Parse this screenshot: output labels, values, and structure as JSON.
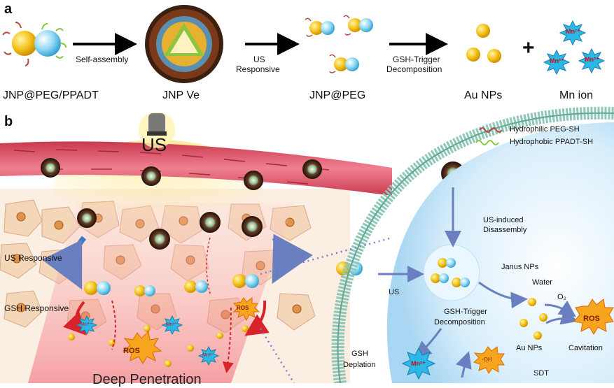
{
  "panel_a": {
    "label": "a",
    "items": [
      {
        "name": "JNP@PEG/PPADT"
      },
      {
        "name": "JNP Ve"
      },
      {
        "name": "JNP@PEG"
      },
      {
        "name": "Au NPs"
      },
      {
        "name": "Mn ion"
      }
    ],
    "arrows": [
      {
        "label": "Self-assembly"
      },
      {
        "label_1": "US",
        "label_2": "Responsive"
      },
      {
        "label_1": "GSH-Trigger",
        "label_2": "Decomposition"
      }
    ],
    "plus": "+",
    "mn_glyph": "Mn²⁺"
  },
  "panel_b": {
    "label": "b",
    "us_label": "US",
    "legend": [
      {
        "label": "Hydrophilic PEG-SH",
        "color": "#b84a3a"
      },
      {
        "label": "Hydrophobic PPADT-SH",
        "color": "#8cc63f"
      }
    ],
    "left_labels": {
      "us_responsive": "US Responsive",
      "gsh_responsive": "GSH Responsive",
      "deep_penetration": "Deep Penetration"
    },
    "ros": "ROS",
    "cell": {
      "us_induced_1": "US-induced",
      "us_induced_2": "Disassembly",
      "us": "US",
      "janus": "Janus NPs",
      "water": "Water",
      "o2": "O₂",
      "gsh_trigger_1": "GSH-Trigger",
      "gsh_trigger_2": "Decomposition",
      "au_nps": "Au NPs",
      "cavitation": "Cavitation",
      "gsh_1": "GSH",
      "gsh_2": "Deplation",
      "oh": "·OH",
      "sdt": "SDT",
      "mn": "Mn²⁺"
    }
  },
  "colors": {
    "vessel": "#e0566a",
    "membrane": "#a8d4c8",
    "gold": "#f5c21a",
    "blue_sphere": "#7ed0f0",
    "ros_burst": "#f7a51f",
    "mn_star": "#2bb8e6",
    "arrow_blue": "#6a7fc0",
    "arrow_red": "#d8232a"
  }
}
